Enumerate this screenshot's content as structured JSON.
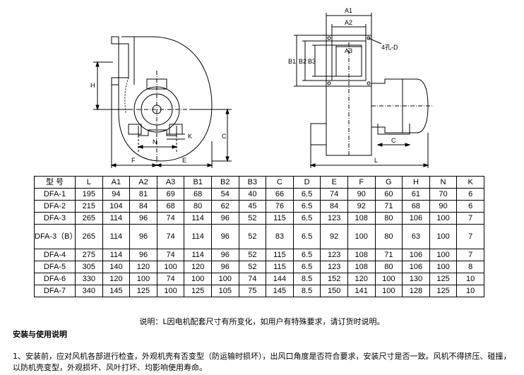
{
  "diagram": {
    "labels": {
      "H": "H",
      "C": "C",
      "N": "N",
      "K": "K",
      "F": "F",
      "E": "E",
      "A1": "A1",
      "A2": "A2",
      "A3": "A3",
      "B1": "B1",
      "B2": "B2",
      "B3": "B3",
      "hole": "4孔-D",
      "Cside": "C",
      "L": "L"
    }
  },
  "table": {
    "headers": [
      "型 号",
      "L",
      "A1",
      "A2",
      "A3",
      "B1",
      "B2",
      "B3",
      "C",
      "D",
      "E",
      "F",
      "G",
      "H",
      "N",
      "K"
    ],
    "rows": [
      [
        "DFA-1",
        "195",
        "94",
        "81",
        "69",
        "68",
        "54",
        "40",
        "66",
        "6.5",
        "74",
        "90",
        "60",
        "61",
        "70",
        "6"
      ],
      [
        "DFA-2",
        "215",
        "104",
        "84",
        "68",
        "80",
        "62",
        "45",
        "76",
        "6.5",
        "84",
        "92",
        "71",
        "68",
        "90",
        "6"
      ],
      [
        "DFA-3",
        "265",
        "114",
        "96",
        "74",
        "114",
        "96",
        "52",
        "115",
        "6.5",
        "123",
        "108",
        "80",
        "106",
        "100",
        "7"
      ],
      [
        "DFA-3（B）",
        "265",
        "114",
        "96",
        "74",
        "114",
        "96",
        "52",
        "83",
        "6.5",
        "92",
        "100",
        "80",
        "63",
        "100",
        "7"
      ],
      [
        "DFA-4",
        "275",
        "114",
        "96",
        "74",
        "114",
        "96",
        "52",
        "115",
        "6.5",
        "123",
        "108",
        "71",
        "106",
        "100",
        "7"
      ],
      [
        "DFA-5",
        "305",
        "140",
        "120",
        "100",
        "120",
        "96",
        "52",
        "115",
        "6.5",
        "123",
        "108",
        "80",
        "106",
        "100",
        "8"
      ],
      [
        "DFA-6",
        "330",
        "120",
        "100",
        "74",
        "100",
        "100",
        "74",
        "144",
        "8.5",
        "152",
        "120",
        "100",
        "130",
        "125",
        "10"
      ],
      [
        "DFA-7",
        "340",
        "145",
        "125",
        "100",
        "125",
        "105",
        "75",
        "145",
        "8.5",
        "150",
        "141",
        "100",
        "128",
        "125",
        "10"
      ]
    ]
  },
  "note": "说明：L因电机配套尺寸有所变化，如用户有特殊要求，请订货时说明。",
  "section_title": "安装与使用说明",
  "paragraph": "1、安装前，应对风机各部进行检查，外观机壳有否变型（防运输时损坏），出风口角度是否符合要求，安装尺寸是否一致。风机不得挤压、碰撞，以防机壳变型，外观损坏、风叶打坏、均影响使用寿命。"
}
